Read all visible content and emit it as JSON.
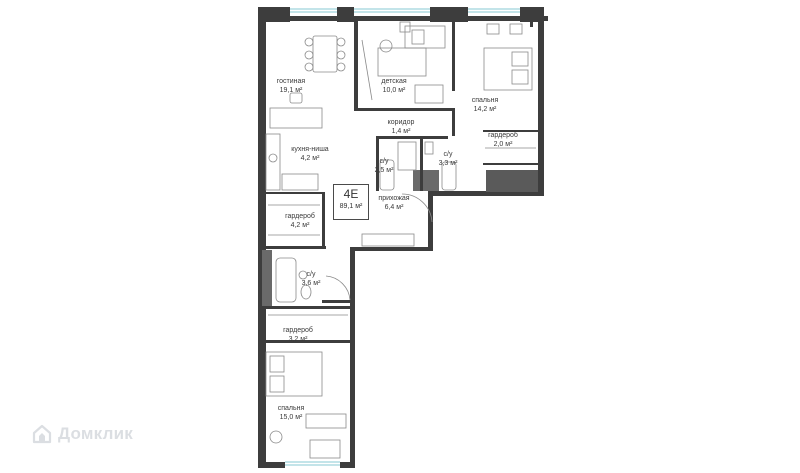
{
  "unit": {
    "code": "4E",
    "area": "89,1 м²"
  },
  "rooms": [
    {
      "id": "living",
      "name": "гостиная",
      "area": "19,1 м²"
    },
    {
      "id": "kids",
      "name": "детская",
      "area": "10,0 м²"
    },
    {
      "id": "bedroom1",
      "name": "спальня",
      "area": "14,2 м²"
    },
    {
      "id": "corridor",
      "name": "коридор",
      "area": "1,4 м²"
    },
    {
      "id": "wardrobe1",
      "name": "гардероб",
      "area": "2,0 м²"
    },
    {
      "id": "kitchen",
      "name": "кухня-ниша",
      "area": "4,2 м²"
    },
    {
      "id": "bath1",
      "name": "с/у",
      "area": "2,5 м²"
    },
    {
      "id": "bath2",
      "name": "с/у",
      "area": "3,3 м²"
    },
    {
      "id": "wardrobe2",
      "name": "гардероб",
      "area": "4,2 м²"
    },
    {
      "id": "hall",
      "name": "прихожая",
      "area": "6,4 м²"
    },
    {
      "id": "bath3",
      "name": "с/у",
      "area": "3,6 м²"
    },
    {
      "id": "wardrobe3",
      "name": "гардероб",
      "area": "3,2 м²"
    },
    {
      "id": "bedroom2",
      "name": "спальня",
      "area": "15,0 м²"
    }
  ],
  "colors": {
    "wall": "#3d3d3d",
    "window": "#9fd3dc",
    "furniture": "#8a8a8a",
    "watermark": "#9aa3ad"
  },
  "watermark": {
    "text": "Домклик",
    "icon": "domclick-logo-icon"
  }
}
